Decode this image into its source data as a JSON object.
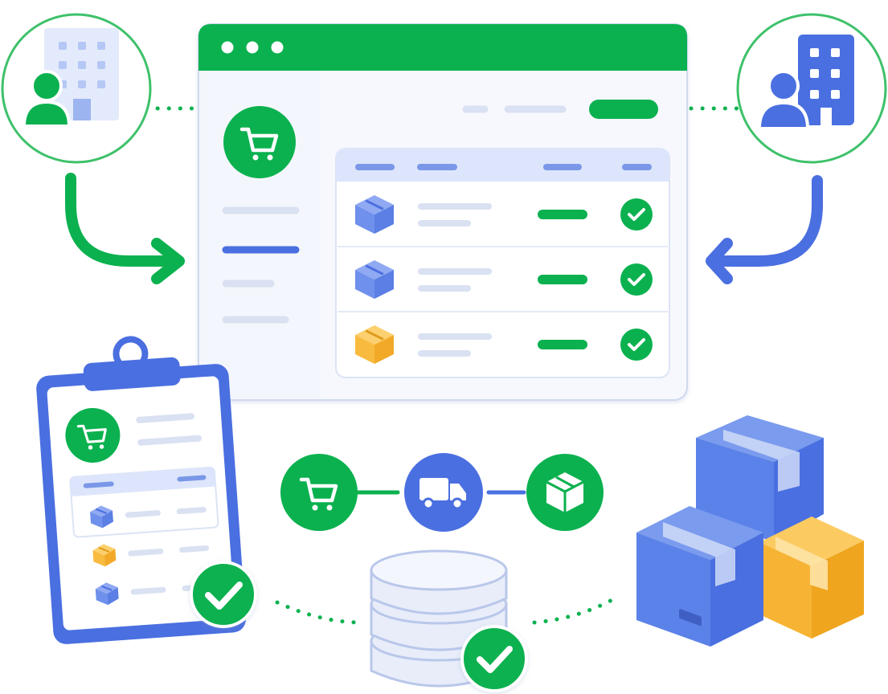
{
  "colors": {
    "green": "#0BB14F",
    "green_light": "#E6F7EC",
    "blue": "#4A6FE0",
    "blue_light": "#DCE5FB",
    "blue_pale": "#EEF2FD",
    "gray_bar": "#D9E1F2",
    "yellow": "#F9B93C",
    "window_bg": "#F6F8FD",
    "border": "#CFD9F0"
  },
  "icons": {
    "supplier_left": "building-user-icon",
    "supplier_right": "building-user-icon",
    "window_dots": "window-controls-icon",
    "cart": "shopping-cart-icon",
    "check": "check-icon",
    "truck": "delivery-truck-icon",
    "package": "package-icon",
    "database": "database-icon",
    "clipboard": "clipboard-icon",
    "boxes": "boxes-stack-icon"
  },
  "order_rows": [
    {
      "box_color": "blue",
      "status": "check"
    },
    {
      "box_color": "blue",
      "status": "check"
    },
    {
      "box_color": "yellow",
      "status": "check"
    }
  ],
  "clipboard_rows": [
    {
      "box_color": "blue"
    },
    {
      "box_color": "yellow"
    },
    {
      "box_color": "blue"
    }
  ],
  "flow_steps": [
    "shopping-cart-icon",
    "delivery-truck-icon",
    "package-icon"
  ]
}
